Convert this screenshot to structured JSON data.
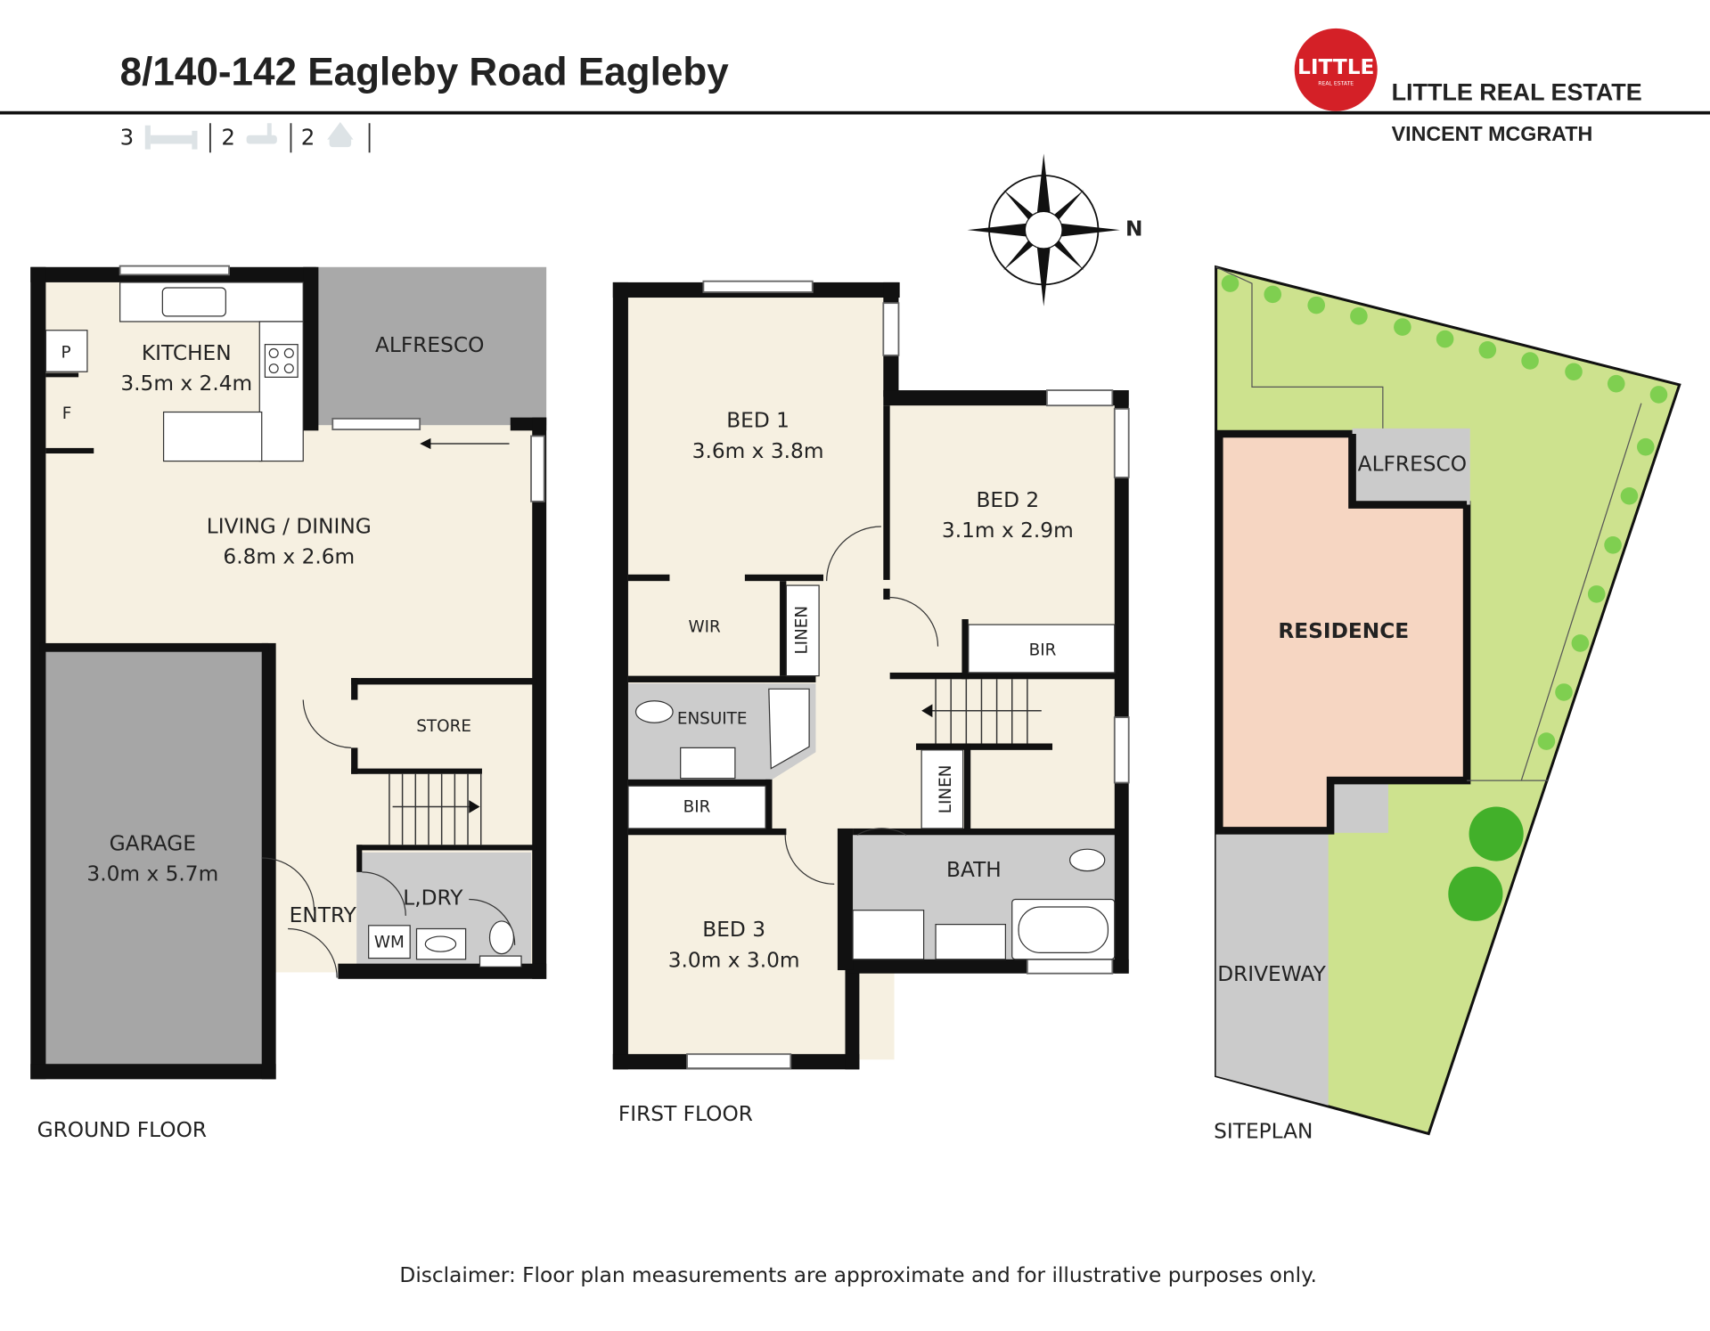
{
  "header": {
    "title": "8/140-142 Eagleby Road Eagleby",
    "agency": "LITTLE REAL ESTATE",
    "agent": "VINCENT MCGRATH",
    "logo_text": "LITTLE",
    "logo_subtext": "REAL ESTATE",
    "brand_color": "#d42027"
  },
  "features": {
    "beds": "3",
    "baths": "2",
    "cars": "2"
  },
  "compass": {
    "north_label": "N"
  },
  "ground_floor": {
    "label": "GROUND FLOOR",
    "rooms": {
      "kitchen": "KITCHEN",
      "kitchen_size": "3.5m x 2.4m",
      "alfresco": "ALFRESCO",
      "living": "LIVING / DINING",
      "living_size": "6.8m x 2.6m",
      "garage": "GARAGE",
      "garage_size": "3.0m x 5.7m",
      "store": "STORE",
      "laundry": "L,DRY",
      "wm": "WM",
      "entry": "ENTRY",
      "pantry": "P",
      "fridge": "F"
    }
  },
  "first_floor": {
    "label": "FIRST FLOOR",
    "rooms": {
      "bed1": "BED 1",
      "bed1_size": "3.6m x 3.8m",
      "bed2": "BED 2",
      "bed2_size": "3.1m x 2.9m",
      "bed3": "BED 3",
      "bed3_size": "3.0m x 3.0m",
      "wir": "WIR",
      "linen1": "LINEN",
      "linen2": "LINEN",
      "ensuite": "ENSUITE",
      "bir1": "BIR",
      "bir2": "BIR",
      "bath": "BATH"
    }
  },
  "siteplan": {
    "label": "SITEPLAN",
    "residence": "RESIDENCE",
    "alfresco": "ALFRESCO",
    "driveway": "DRIVEWAY"
  },
  "disclaimer": "Disclaimer: Floor plan measurements are approximate and for illustrative purposes only."
}
